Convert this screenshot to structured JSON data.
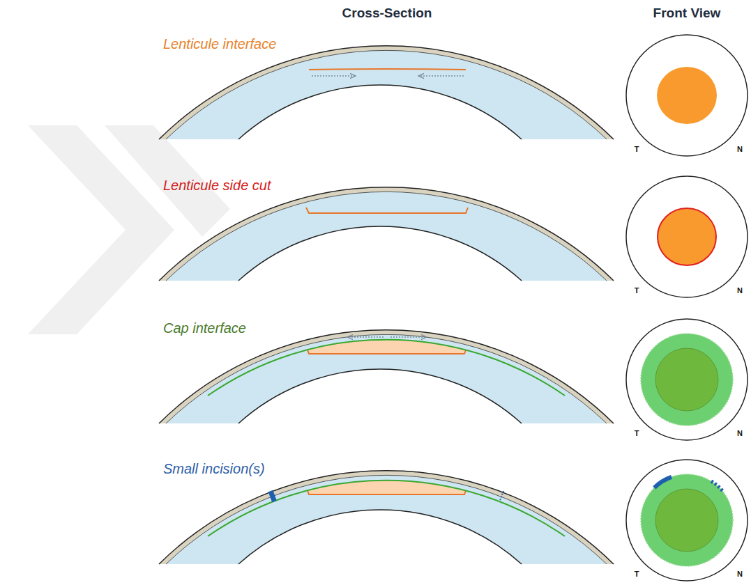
{
  "diagram": {
    "labels": [
      "Cross-Section",
      "Front View",
      "Lenticule interface",
      "T",
      "N",
      "Lenticule side cut",
      "T",
      "N",
      "Cap interface",
      "T",
      "N",
      "Small incision(s)",
      "T",
      "N"
    ]
  }
}
